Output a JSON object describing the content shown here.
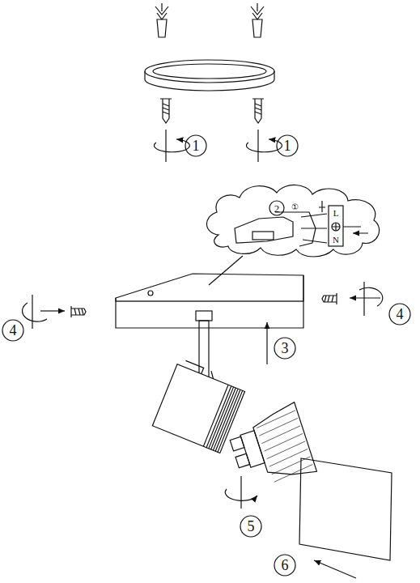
{
  "diagram": {
    "labels": [
      "1",
      "1",
      "2",
      "①",
      "L",
      "N",
      "4",
      "4",
      "3",
      "5",
      "6"
    ]
  }
}
